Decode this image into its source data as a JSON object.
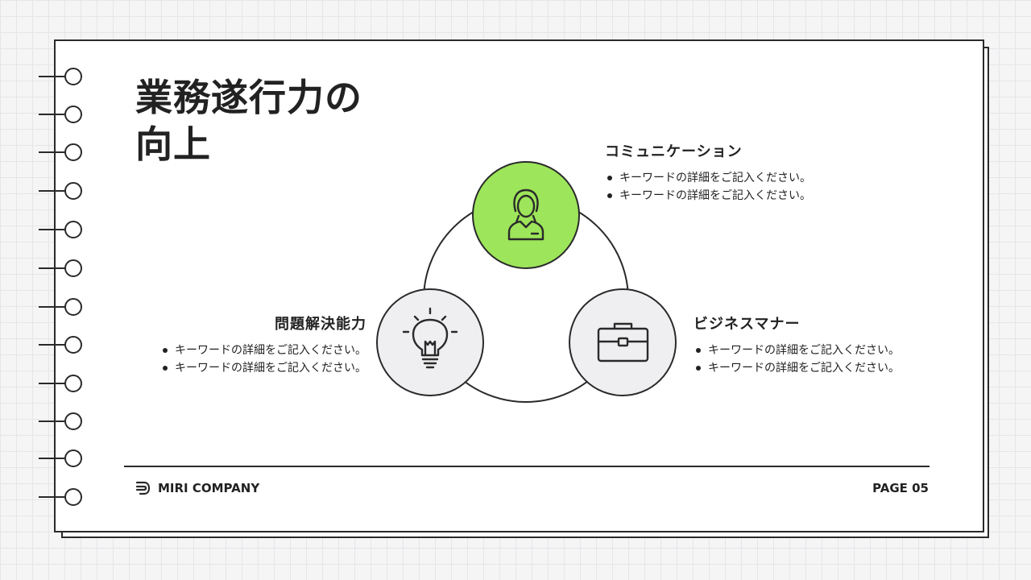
{
  "title": {
    "line1": "業務遂行力の",
    "line2": "向上"
  },
  "items": {
    "communication": {
      "heading": "コミュニケーション",
      "bullets": [
        "キーワードの詳細をご記入ください。",
        "キーワードの詳細をご記入ください。"
      ],
      "icon": "person-icon"
    },
    "business_manner": {
      "heading": "ビジネスマナー",
      "bullets": [
        "キーワードの詳細をご記入ください。",
        "キーワードの詳細をご記入ください。"
      ],
      "icon": "briefcase-icon"
    },
    "problem_solving": {
      "heading": "問題解決能力",
      "bullets": [
        "キーワードの詳細をご記入ください。",
        "キーワードの詳細をご記入ください。"
      ],
      "icon": "lightbulb-icon"
    }
  },
  "footer": {
    "brand": "MIRI COMPANY",
    "page": "PAGE 05"
  },
  "colors": {
    "accent": "#9de55a",
    "node_gray": "#efeff1",
    "ink": "#2a2a2a"
  }
}
